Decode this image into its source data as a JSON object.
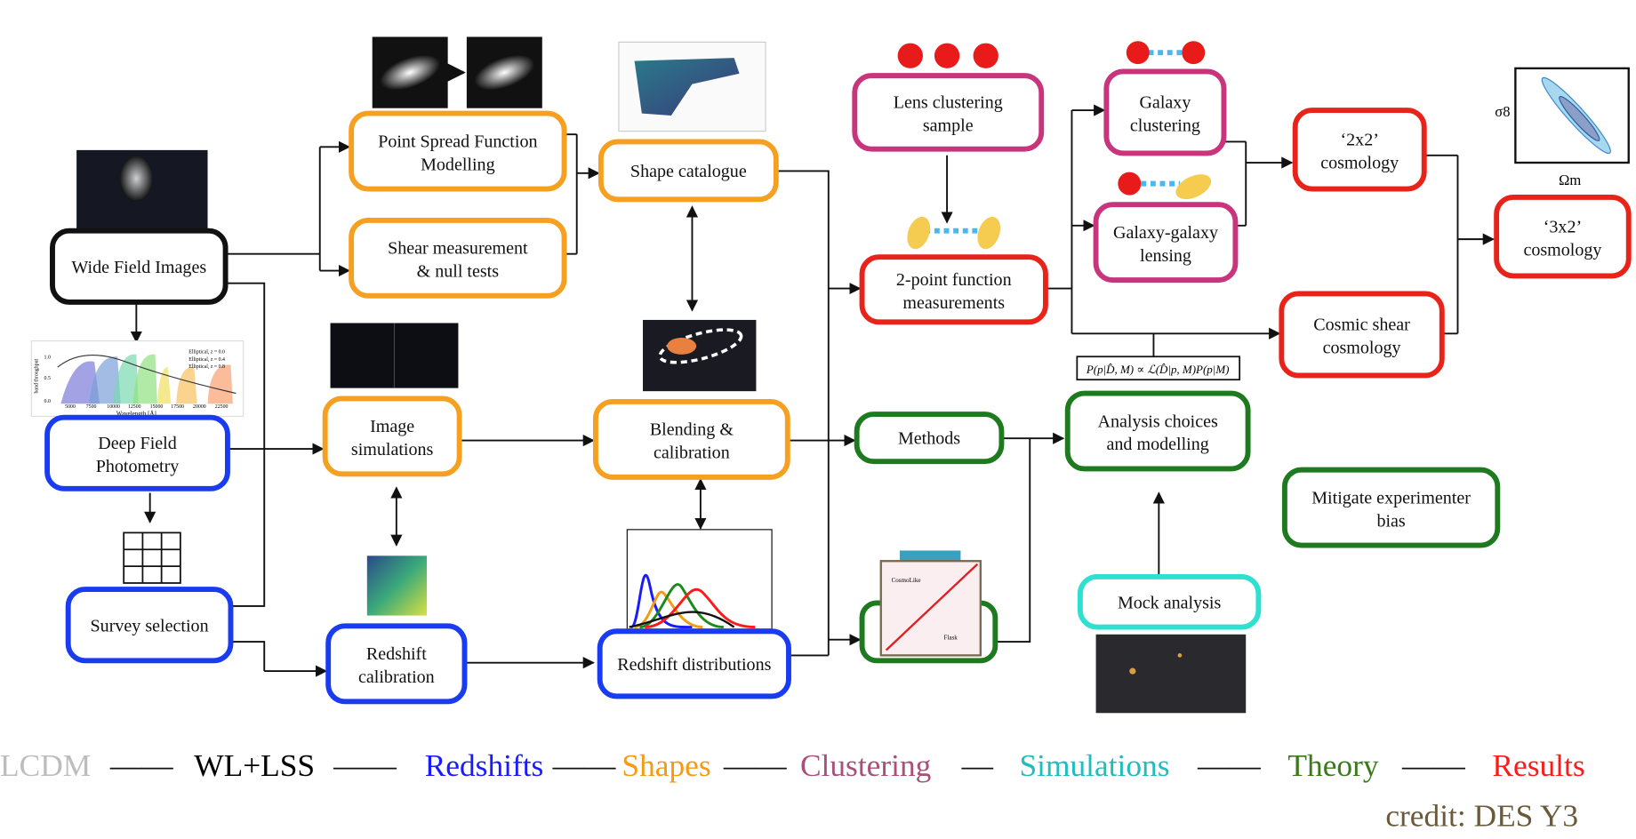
{
  "boxes": {
    "wide": {
      "l1": "Wide Field Images",
      "l2": ""
    },
    "deep": {
      "l1": "Deep Field",
      "l2": "Photometry"
    },
    "survey": {
      "l1": "Survey selection",
      "l2": ""
    },
    "psf": {
      "l1": "Point Spread Function",
      "l2": "Modelling"
    },
    "shear": {
      "l1": "Shear measurement",
      "l2": "& null tests"
    },
    "shape": {
      "l1": "Shape catalogue",
      "l2": ""
    },
    "imgsim": {
      "l1": "Image",
      "l2": "simulations"
    },
    "blend": {
      "l1": "Blending &",
      "l2": "calibration"
    },
    "zcal": {
      "l1": "Redshift",
      "l2": "calibration"
    },
    "zdist": {
      "l1": "Redshift distributions",
      "l2": ""
    },
    "lens": {
      "l1": "Lens clustering",
      "l2": "sample"
    },
    "twopt": {
      "l1": "2-point function",
      "l2": "measurements"
    },
    "gc": {
      "l1": "Galaxy",
      "l2": "clustering"
    },
    "ggl": {
      "l1": "Galaxy-galaxy",
      "l2": "lensing"
    },
    "c2x2": {
      "l1": "‘2x2’",
      "l2": "cosmology"
    },
    "c3x2": {
      "l1": "‘3x2’",
      "l2": "cosmology"
    },
    "cosmic": {
      "l1": "Cosmic shear",
      "l2": "cosmology"
    },
    "methods": {
      "l1": "Methods",
      "l2": ""
    },
    "analysis": {
      "l1": "Analysis choices",
      "l2": "and modelling"
    },
    "mitigate": {
      "l1": "Mitigate experimenter",
      "l2": "bias"
    },
    "mock": {
      "l1": "Mock analysis",
      "l2": ""
    }
  },
  "formula": "P(p|D̂, M) ∝ ℒ(D̂|p, M)P(p|M)",
  "contour_plot": {
    "ylabel": "σ8",
    "xlabel": "Ωm"
  },
  "photometry_plot": {
    "ylabel": "band throughput",
    "xlabel": "Wavelength [Å]",
    "xticks": [
      "5000",
      "7500",
      "10000",
      "12500",
      "15000",
      "17500",
      "20000",
      "22500"
    ],
    "yticks": [
      "0.0",
      "0.5",
      "1.0"
    ],
    "legend": [
      "Elliptical, z = 0.0",
      "Elliptical, z = 0.4",
      "Elliptical, z = 0.8"
    ]
  },
  "covariance_plot": {
    "upper_label": "CosmoLike",
    "lower_label": "Flask"
  },
  "legend": [
    {
      "label": "LCDM",
      "color": "#bdbdbd"
    },
    {
      "label": "——",
      "color": "#111111"
    },
    {
      "label": "WL+LSS",
      "color": "#000000"
    },
    {
      "label": "——",
      "color": "#111111"
    },
    {
      "label": "Redshifts",
      "color": "#1a1aff"
    },
    {
      "label": "——",
      "color": "#111111"
    },
    {
      "label": "Shapes",
      "color": "#f59a12"
    },
    {
      "label": "——",
      "color": "#111111"
    },
    {
      "label": "Clustering",
      "color": "#a8507a"
    },
    {
      "label": "—",
      "color": "#111111"
    },
    {
      "label": "Simulations",
      "color": "#22bcbc"
    },
    {
      "label": "——",
      "color": "#111111"
    },
    {
      "label": "Theory",
      "color": "#3a7a1a"
    },
    {
      "label": "——",
      "color": "#111111"
    },
    {
      "label": "Results",
      "color": "#ff1a1a"
    }
  ],
  "credit": "credit: DES Y3",
  "colors": {
    "black": "#111111",
    "blue": "#1a3cf0",
    "orange": "#f5a020",
    "magenta": "#c8357d",
    "red": "#e8231a",
    "green": "#1e7a1e",
    "cyan": "#2ee0d0"
  }
}
